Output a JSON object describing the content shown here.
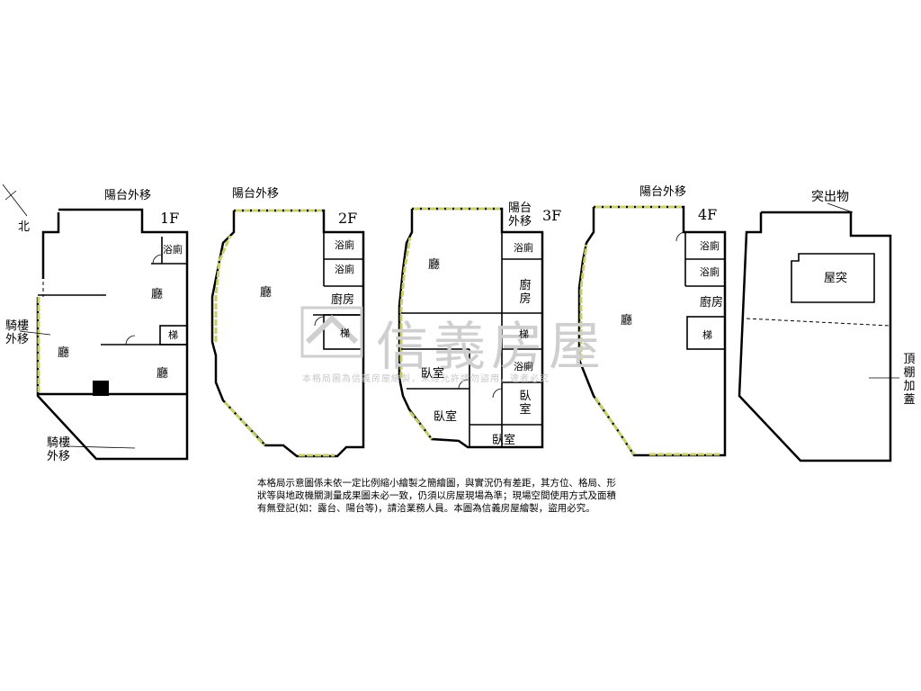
{
  "compass": {
    "north": "北"
  },
  "floors": {
    "f1": {
      "name": "1F",
      "balcony": "陽台外移",
      "bath": "浴廁",
      "living1": "廳",
      "living2": "廳",
      "living3": "廳",
      "stairs": "梯",
      "arcade_side": "騎樓外移",
      "arcade_bottom": "騎樓外移"
    },
    "f2": {
      "name": "2F",
      "balcony": "陽台外移",
      "bath1": "浴廁",
      "bath2": "浴廁",
      "kitchen": "廚房",
      "living": "廳",
      "stairs": "梯"
    },
    "f3": {
      "name": "3F",
      "balcony": "陽台外移",
      "bath1": "浴廁",
      "bath2": "浴廁",
      "kitchen": "廚房",
      "living": "廳",
      "stairs": "梯",
      "bedroom1": "臥室",
      "bedroom2": "臥室",
      "bedroom3": "臥室",
      "bedroom4": "臥室"
    },
    "f4": {
      "name": "4F",
      "balcony": "陽台外移",
      "bath1": "浴廁",
      "bath2": "浴廁",
      "kitchen": "廚房",
      "living": "廳",
      "stairs": "梯"
    },
    "roof": {
      "title": "突出物",
      "penthouse": "屋突",
      "rooftop_addition": "頂棚加蓋"
    }
  },
  "watermark": {
    "brand": "信義房屋",
    "warning": "本格局圖為信義房屋繪製，未經允許請勿盜用，違者必究"
  },
  "disclaimer": "本格局示意圖係未依一定比例縮小繪製之簡繪圖，與實況仍有差距，其方位、格局、形狀等與地政機關測量成果圖未必一致，仍須以房屋現場為準；現場空間使用方式及面積有無登記(如：露台、陽台等)，請洽業務人員。本圖為信義房屋繪製，盜用必究。",
  "colors": {
    "wall": "#000000",
    "window": "#c9cf6a",
    "watermark": "#cfcfcf"
  }
}
